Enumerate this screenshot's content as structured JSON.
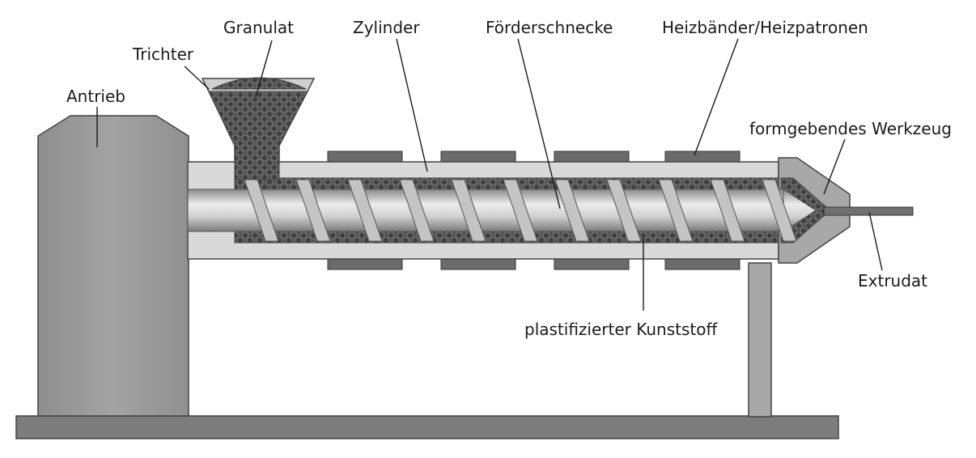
{
  "labels": {
    "granulat": "Granulat",
    "trichter": "Trichter",
    "antrieb": "Antrieb",
    "zylinder": "Zylinder",
    "foerderschnecke": "Förderschnecke",
    "heizbaender": "Heizbänder/Heizpatronen",
    "werkzeug": "formgebendes Werkzeug",
    "extrudat": "Extrudat",
    "kunststoff": "plastifizierter Kunststoff"
  },
  "colors": {
    "label_text": "#1a1a1a",
    "drive_fill": "#9c9c9c",
    "base_fill": "#7d7d7d",
    "barrel_fill": "#d9d9d9",
    "heater_fill": "#6b6b6b",
    "granule_fill": "#4a4a4a",
    "screw_fill": "#bdbdbd",
    "die_fill": "#a8a8a8"
  }
}
